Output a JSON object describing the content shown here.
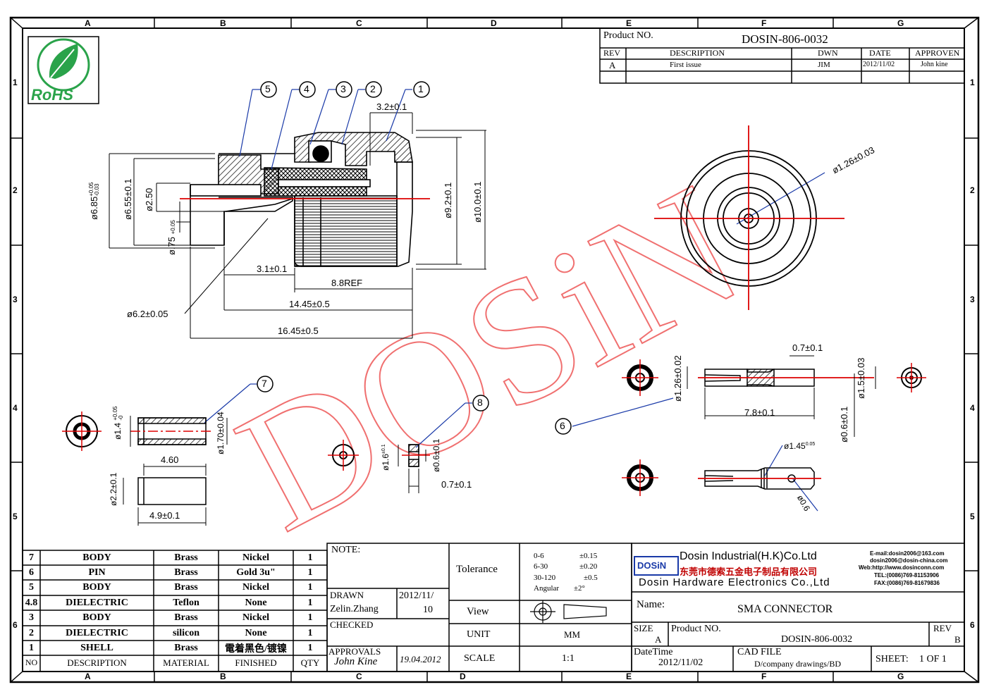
{
  "grid": {
    "columns": [
      "A",
      "B",
      "C",
      "D",
      "E",
      "F",
      "G"
    ],
    "rows": [
      "1",
      "2",
      "3",
      "4",
      "5",
      "6"
    ]
  },
  "rohs_logo": "RoHS",
  "watermark": "DOSiN",
  "title_block_top": {
    "product_no_label": "Product NO.",
    "product_no": "DOSIN-806-0032",
    "headers": [
      "REV",
      "DESCRIPTION",
      "DWN",
      "DATE",
      "APPROVEN"
    ],
    "row": [
      "A",
      "First issue",
      "JIM",
      "2012/11/02",
      "John kine"
    ]
  },
  "balloons": [
    "5",
    "4",
    "3",
    "2",
    "1",
    "7",
    "8",
    "6"
  ],
  "dimensions": {
    "d1": "3.2±0.1",
    "d2": "ø6.85",
    "d2_tol_up": "+0.05",
    "d2_tol_dn": "-0.03",
    "d3": "ø6.55±0.1",
    "d4": "ø2.50",
    "d5": "ø.75",
    "d5_tol": "+0.05",
    "d6": "ø9.2±0.1",
    "d7": "ø10.0±0.1",
    "d8": "3.1±0.1",
    "d9": "8.8REF",
    "d10": "14.45±0.5",
    "d11": "16.45±0.5",
    "d12": "ø6.2±0.05",
    "d13": "ø1.26±0.03",
    "d14": "0.7±0.1",
    "d15": "ø1.26±0.02",
    "d16": "ø1.5±0.03",
    "d17": "7.8±0.1",
    "d18": "ø0.6±0.1",
    "d19": "ø1.45",
    "d19_tol": "0.05",
    "d20": "ø0.6",
    "d21": "ø1.4",
    "d21_tol_up": "+0.05",
    "d21_tol_dn": "-0",
    "d22": "ø1.70±0.04",
    "d23": "4.60",
    "d24": "ø2.2±0.1",
    "d25": "4.9±0.1",
    "d26": "ø1.6",
    "d26_tol": "±0.1",
    "d27": "ø0.6±0.1",
    "d28": "0.7±0.1"
  },
  "bom": {
    "headers": [
      "NO",
      "DESCRIPTION",
      "MATERIAL",
      "FINISHED",
      "QTY"
    ],
    "rows": [
      [
        "7",
        "BODY",
        "Brass",
        "Nickel",
        "1"
      ],
      [
        "6",
        "PIN",
        "Brass",
        "Gold 3u\"",
        "1"
      ],
      [
        "5",
        "BODY",
        "Brass",
        "Nickel",
        "1"
      ],
      [
        "4.8",
        "DIELECTRIC",
        "Teflon",
        "None",
        "1"
      ],
      [
        "3",
        "BODY",
        "Brass",
        "Nickel",
        "1"
      ],
      [
        "2",
        "DIELECTRIC",
        "silicon",
        "None",
        "1"
      ],
      [
        "1",
        "SHELL",
        "Brass",
        "電着黑色/镀镍",
        "1"
      ]
    ]
  },
  "notes": {
    "note_label": "NOTE:",
    "drawn_label": "DRAWN",
    "drawn_name": "Zelin.Zhang",
    "drawn_date_1": "2012/11/",
    "drawn_date_2": "10",
    "checked_label": "CHECKED",
    "approvals_label": "APPROVALS",
    "approvals_sign": "John Kine",
    "approvals_date": "19.04.2012"
  },
  "tolerance": {
    "label": "Tolerance",
    "lines": [
      [
        "0-6",
        "±0.15"
      ],
      [
        "6-30",
        "±0.20"
      ],
      [
        "30-120",
        "±0.5"
      ],
      [
        "Angular",
        "±2°"
      ]
    ],
    "view_label": "View",
    "unit_label": "UNIT",
    "unit_value": "MM",
    "scale_label": "SCALE",
    "scale_value": "1:1"
  },
  "company": {
    "logo": "DOSiN",
    "name_en": "Dosin Industrial(H.K)Co.Ltd",
    "name_cn": "东莞市德索五金电子制品有限公司",
    "name_en2": "Dosin Hardware Electronics Co.,Ltd",
    "contact": [
      "E-mail:dosin2006@163.com",
      "dosin2006@dosin-china.com",
      "Web:http://www.dosinconn.com",
      "TEL:(0086)769-81153906",
      "FAX:(0086)769-81679836"
    ],
    "name_label": "Name:",
    "name_value": "SMA CONNECTOR",
    "size_label": "SIZE",
    "size_value": "A",
    "product_label": "Product NO.",
    "product_value": "DOSIN-806-0032",
    "rev_label": "REV",
    "rev_value": "B",
    "datetime_label": "DateTime",
    "datetime_value": "2012/11/02",
    "cad_label": "CAD FILE",
    "cad_value": "D/company drawings/BD",
    "sheet_label": "SHEET:",
    "sheet_value": "1 OF 1"
  }
}
